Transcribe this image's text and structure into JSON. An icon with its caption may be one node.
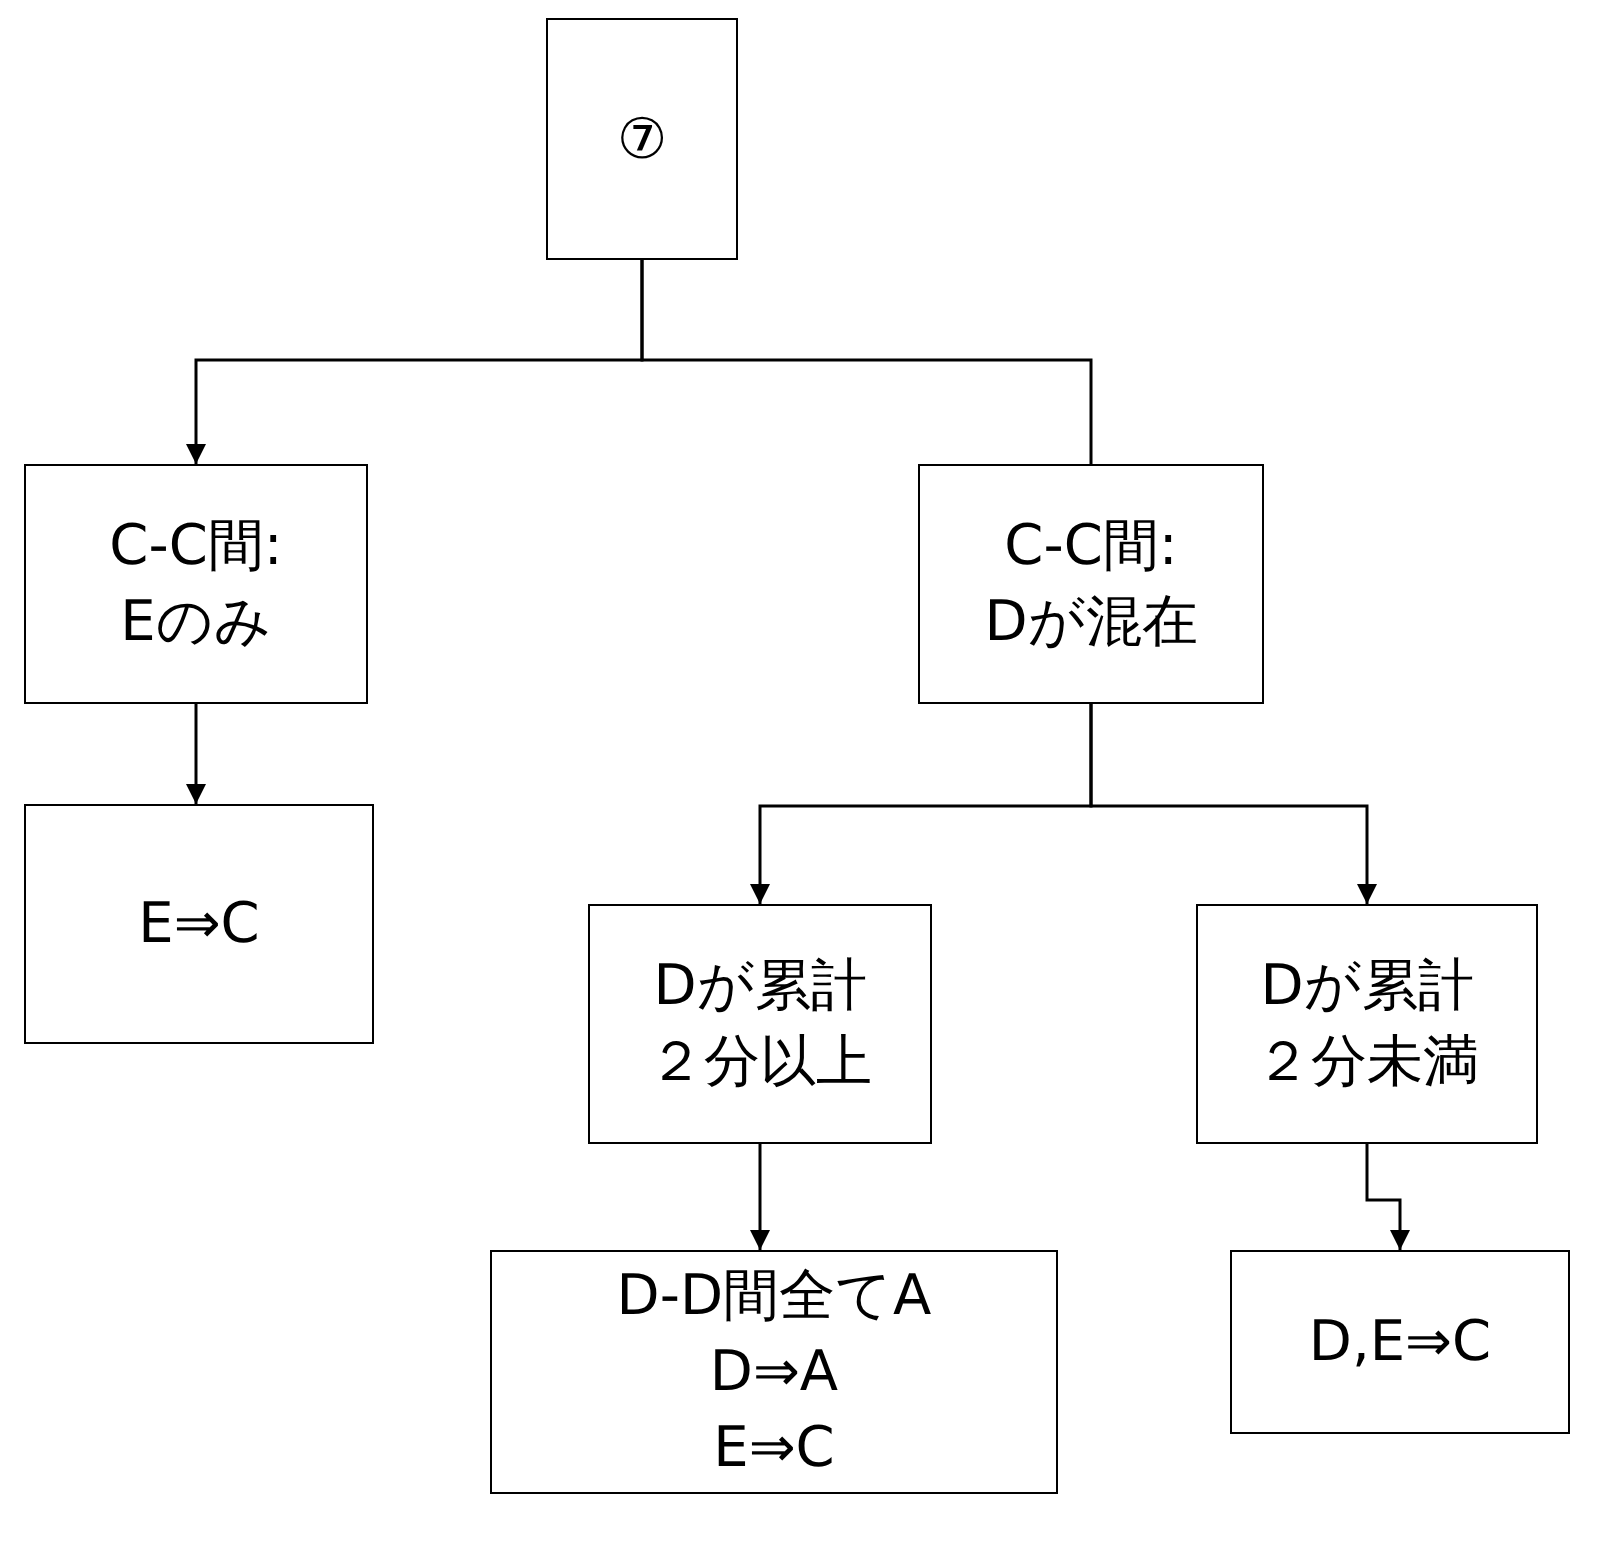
{
  "diagram": {
    "nodes": [
      {
        "text": [
          "⑦"
        ]
      },
      {
        "text": [
          "C-C間: Eのみ"
        ]
      },
      {
        "text": [
          "C-C間: Dが混在"
        ]
      },
      {
        "text": [
          "E⇒C"
        ]
      },
      {
        "text": [
          "Dが累計２分以上"
        ]
      },
      {
        "text": [
          "Dが累計２分未満"
        ]
      },
      {
        "text": [
          "D-D間全てA",
          "D⇒A",
          "E⇒C"
        ]
      },
      {
        "text": [
          "D,E⇒C"
        ]
      }
    ],
    "edges": [
      {
        "from": 0,
        "to": 1,
        "arrow": "to"
      },
      {
        "from": 0,
        "to": 2,
        "arrow": "none"
      },
      {
        "from": 1,
        "to": 3,
        "arrow": "to"
      },
      {
        "from": 2,
        "to": 4,
        "arrow": "to"
      },
      {
        "from": 2,
        "to": 5,
        "arrow": "to"
      },
      {
        "from": 4,
        "to": 6,
        "arrow": "to"
      },
      {
        "from": 5,
        "to": 7,
        "arrow": "to"
      }
    ]
  }
}
